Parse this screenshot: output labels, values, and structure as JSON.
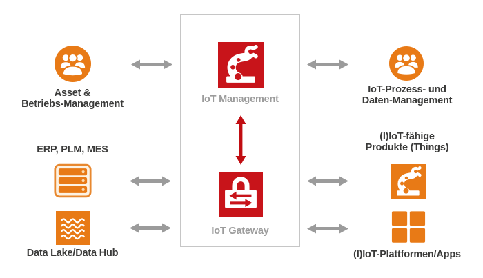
{
  "diagram": {
    "colors": {
      "orange": "#e87a16",
      "red": "#c8141a",
      "arrow_red": "#c10d12",
      "arrow_gray": "#9b9b9b",
      "center_label_gray": "#9c9c9c",
      "label_dark": "#3a3a39",
      "box_border": "#c6c6c6"
    },
    "center_box": {
      "management": {
        "label": "IoT Management",
        "icon": "robot-arm-icon"
      },
      "gateway": {
        "label": "IoT Gateway",
        "icon": "lock-exchange-icon"
      }
    },
    "left_column": {
      "asset": {
        "line1": "Asset &",
        "line2": "Betriebs-Management",
        "icon": "people-group-icon"
      },
      "erp": {
        "label": "ERP, PLM, MES",
        "icon": "server-stack-icon"
      },
      "data_lake": {
        "label": "Data Lake/Data Hub",
        "icon": "data-waves-icon"
      }
    },
    "right_column": {
      "process": {
        "line1": "IoT-Prozess- und",
        "line2": "Daten-Management",
        "icon": "people-group-icon"
      },
      "products": {
        "line1": "(I)IoT-fähige",
        "line2": "Produkte (Things)",
        "icon": "robot-arm-icon"
      },
      "platforms": {
        "label": "(I)IoT-Plattformen/Apps",
        "icon": "app-grid-icon"
      }
    },
    "connectors": {
      "horizontal": "double-headed-gray-arrow",
      "vertical": "double-headed-red-arrow"
    }
  }
}
